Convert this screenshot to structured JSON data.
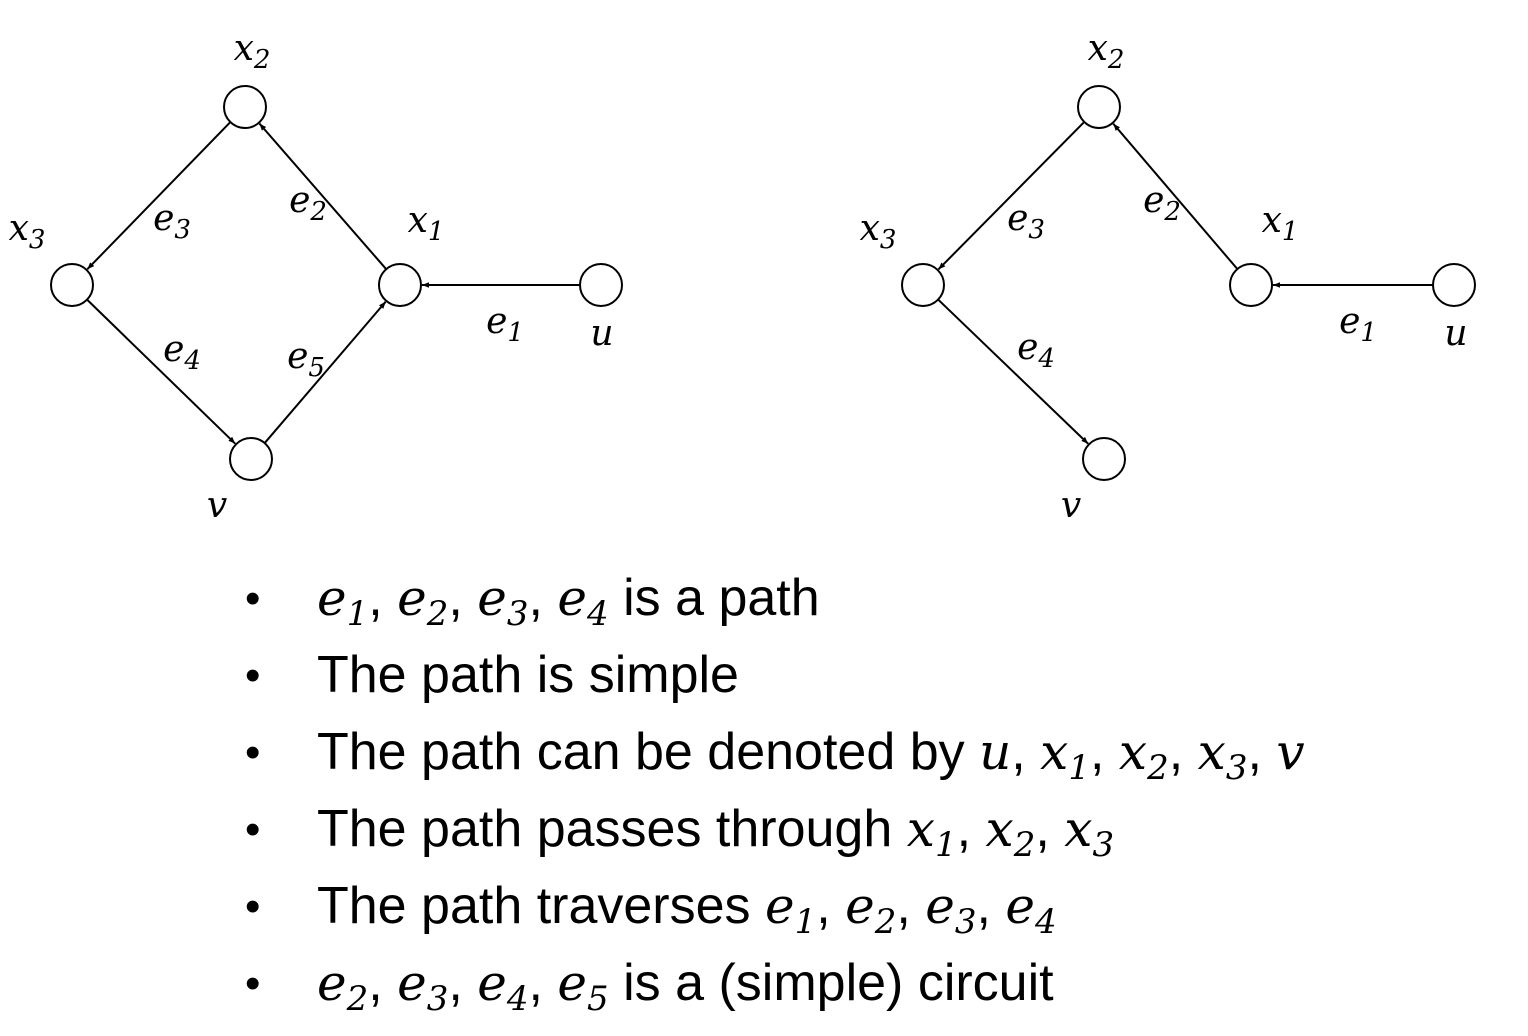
{
  "colors": {
    "ink": "#000000",
    "background": "#ffffff"
  },
  "graphs": [
    {
      "nodes": [
        {
          "id": "x2",
          "name": "x",
          "sub": "2"
        },
        {
          "id": "x3",
          "name": "x",
          "sub": "3"
        },
        {
          "id": "x1",
          "name": "x",
          "sub": "1"
        },
        {
          "id": "u",
          "name": "u",
          "sub": ""
        },
        {
          "id": "v",
          "name": "v",
          "sub": ""
        }
      ],
      "edges": [
        {
          "id": "e1",
          "from": "u",
          "to": "x1",
          "name": "e",
          "sub": "1"
        },
        {
          "id": "e2",
          "from": "x1",
          "to": "x2",
          "name": "e",
          "sub": "2"
        },
        {
          "id": "e3",
          "from": "x2",
          "to": "x3",
          "name": "e",
          "sub": "3"
        },
        {
          "id": "e4",
          "from": "x3",
          "to": "v",
          "name": "e",
          "sub": "4"
        },
        {
          "id": "e5",
          "from": "v",
          "to": "x1",
          "name": "e",
          "sub": "5"
        }
      ]
    },
    {
      "nodes": [
        {
          "id": "x2",
          "name": "x",
          "sub": "2"
        },
        {
          "id": "x3",
          "name": "x",
          "sub": "3"
        },
        {
          "id": "x1",
          "name": "x",
          "sub": "1"
        },
        {
          "id": "u",
          "name": "u",
          "sub": ""
        },
        {
          "id": "v",
          "name": "v",
          "sub": ""
        }
      ],
      "edges": [
        {
          "id": "e1",
          "from": "u",
          "to": "x1",
          "name": "e",
          "sub": "1"
        },
        {
          "id": "e2",
          "from": "x1",
          "to": "x2",
          "name": "e",
          "sub": "2"
        },
        {
          "id": "e3",
          "from": "x2",
          "to": "x3",
          "name": "e",
          "sub": "3"
        },
        {
          "id": "e4",
          "from": "x3",
          "to": "v",
          "name": "e",
          "sub": "4"
        }
      ]
    }
  ],
  "bullets": [
    {
      "parts": [
        {
          "m": "e",
          "s": "1"
        },
        {
          "t": ", "
        },
        {
          "m": "e",
          "s": "2"
        },
        {
          "t": ", "
        },
        {
          "m": "e",
          "s": "3"
        },
        {
          "t": ", "
        },
        {
          "m": "e",
          "s": "4"
        },
        {
          "t": " is a path"
        }
      ]
    },
    {
      "parts": [
        {
          "t": "The path is simple"
        }
      ]
    },
    {
      "parts": [
        {
          "t": "The path can be denoted by "
        },
        {
          "m": "u",
          "s": ""
        },
        {
          "t": ", "
        },
        {
          "m": "x",
          "s": "1"
        },
        {
          "t": ", "
        },
        {
          "m": "x",
          "s": "2"
        },
        {
          "t": ", "
        },
        {
          "m": "x",
          "s": "3"
        },
        {
          "t": ", "
        },
        {
          "m": "v",
          "s": ""
        }
      ]
    },
    {
      "parts": [
        {
          "t": "The path passes through "
        },
        {
          "m": "x",
          "s": "1"
        },
        {
          "t": ", "
        },
        {
          "m": "x",
          "s": "2"
        },
        {
          "t": ", "
        },
        {
          "m": "x",
          "s": "3"
        }
      ]
    },
    {
      "parts": [
        {
          "t": "The path traverses "
        },
        {
          "m": "e",
          "s": "1"
        },
        {
          "t": ", "
        },
        {
          "m": "e",
          "s": "2"
        },
        {
          "t": ", "
        },
        {
          "m": "e",
          "s": "3"
        },
        {
          "t": ", "
        },
        {
          "m": "e",
          "s": "4"
        }
      ]
    },
    {
      "parts": [
        {
          "m": "e",
          "s": "2"
        },
        {
          "t": ", "
        },
        {
          "m": "e",
          "s": "3"
        },
        {
          "t": ", "
        },
        {
          "m": "e",
          "s": "4"
        },
        {
          "t": ", "
        },
        {
          "m": "e",
          "s": "5"
        },
        {
          "t": " is a  (simple) circuit"
        }
      ]
    }
  ]
}
